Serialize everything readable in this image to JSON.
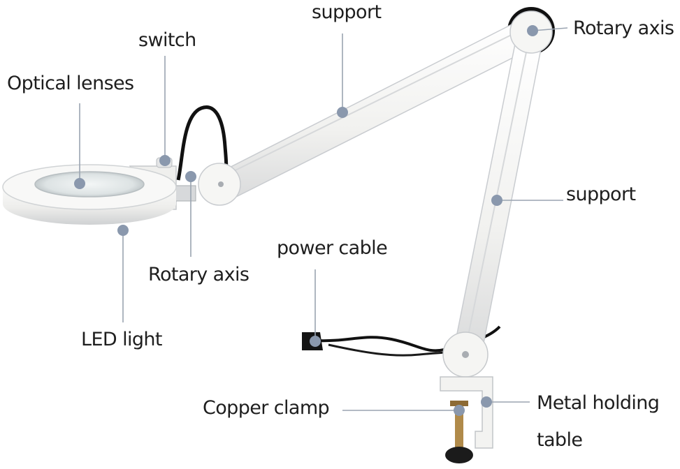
{
  "diagram": {
    "subject": "magnifier desk lamp",
    "labels": {
      "support_top": "support",
      "rotary_axis_top": "Rotary axis",
      "switch": "switch",
      "optical_lenses": "Optical lenses",
      "support_right": "support",
      "power_cable": "power cable",
      "rotary_axis_bottom": "Rotary axis",
      "led_light": "LED light",
      "copper_clamp": "Copper clamp",
      "metal_holding_table_line1": "Metal holding",
      "metal_holding_table_line2": "table"
    },
    "colors": {
      "callout_dot": "#8a98ad",
      "callout_line": "#9aa4b1",
      "label_text": "#1e1e1e",
      "lamp_body": "#f4f4f2",
      "lamp_outline": "#c9ccd0",
      "cable": "#111111"
    }
  }
}
